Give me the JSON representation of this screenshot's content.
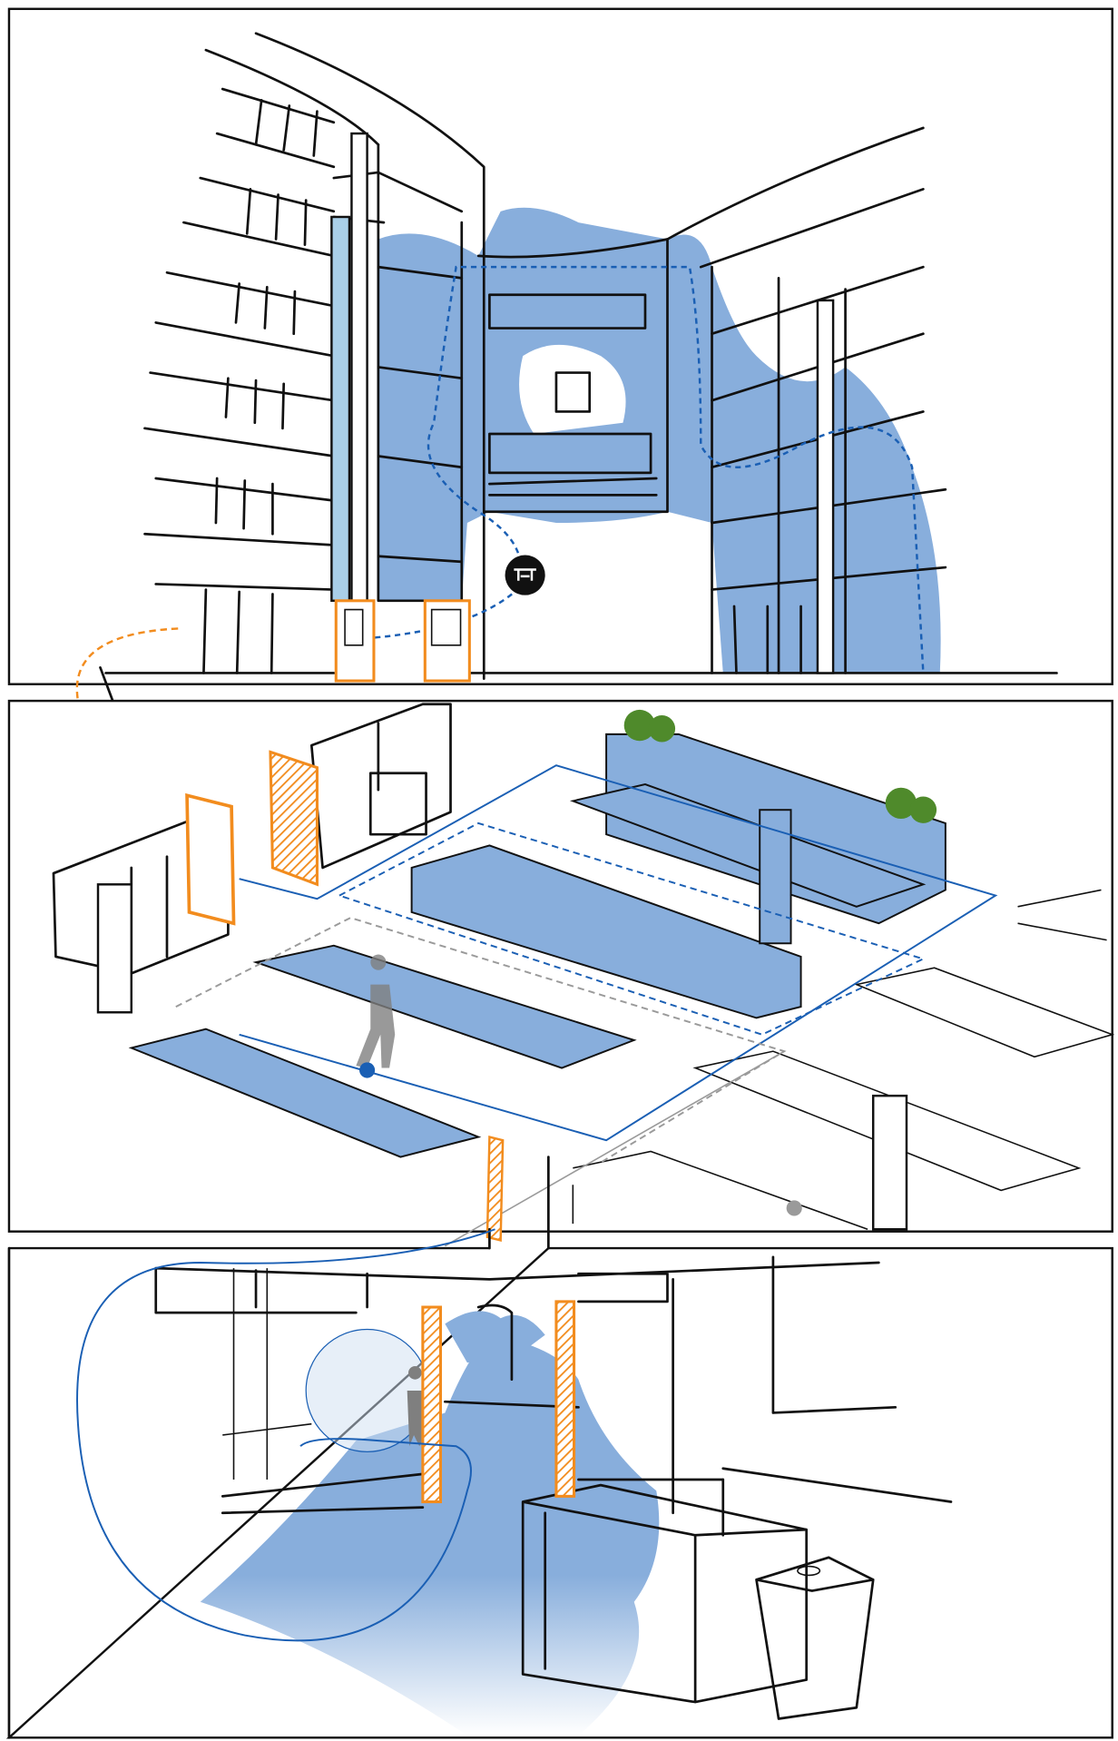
{
  "illustration": {
    "panels": [
      {
        "scene": "building-exterior-courtyard",
        "icon": "drone-icon"
      },
      {
        "scene": "open-plan-office-isometric",
        "icon": "robot-marker-icon"
      },
      {
        "scene": "office-lobby-interior",
        "icon": "person-icon"
      }
    ],
    "colors": {
      "coverage_blue": "#88aedc",
      "path_blue": "#1a5fb4",
      "door_orange": "#f28c1e",
      "pipe_light_blue": "#a9cfe8",
      "path_gray": "#9a9a9a",
      "ink": "#111111"
    }
  }
}
